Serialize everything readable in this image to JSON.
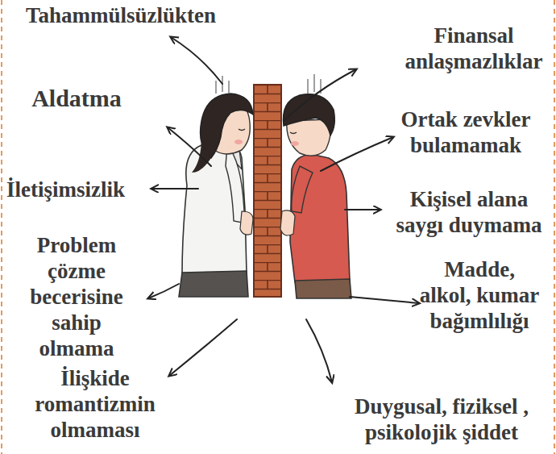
{
  "diagram": {
    "labels": [
      "Tahammülsüzlükten",
      "Finansal anlaşmazlıklar",
      "Aldatma",
      "Ortak zevkler bulamamak",
      "İletişimsizlik",
      "Kişisel alana saygı duymama",
      "Problem çözme becerisine sahip olmama",
      "Madde, alkol, kumar bağımlılığı",
      "İlişkide romantizmin olmaması",
      "Duygusal, fiziksel , psikolojik şiddet"
    ]
  }
}
